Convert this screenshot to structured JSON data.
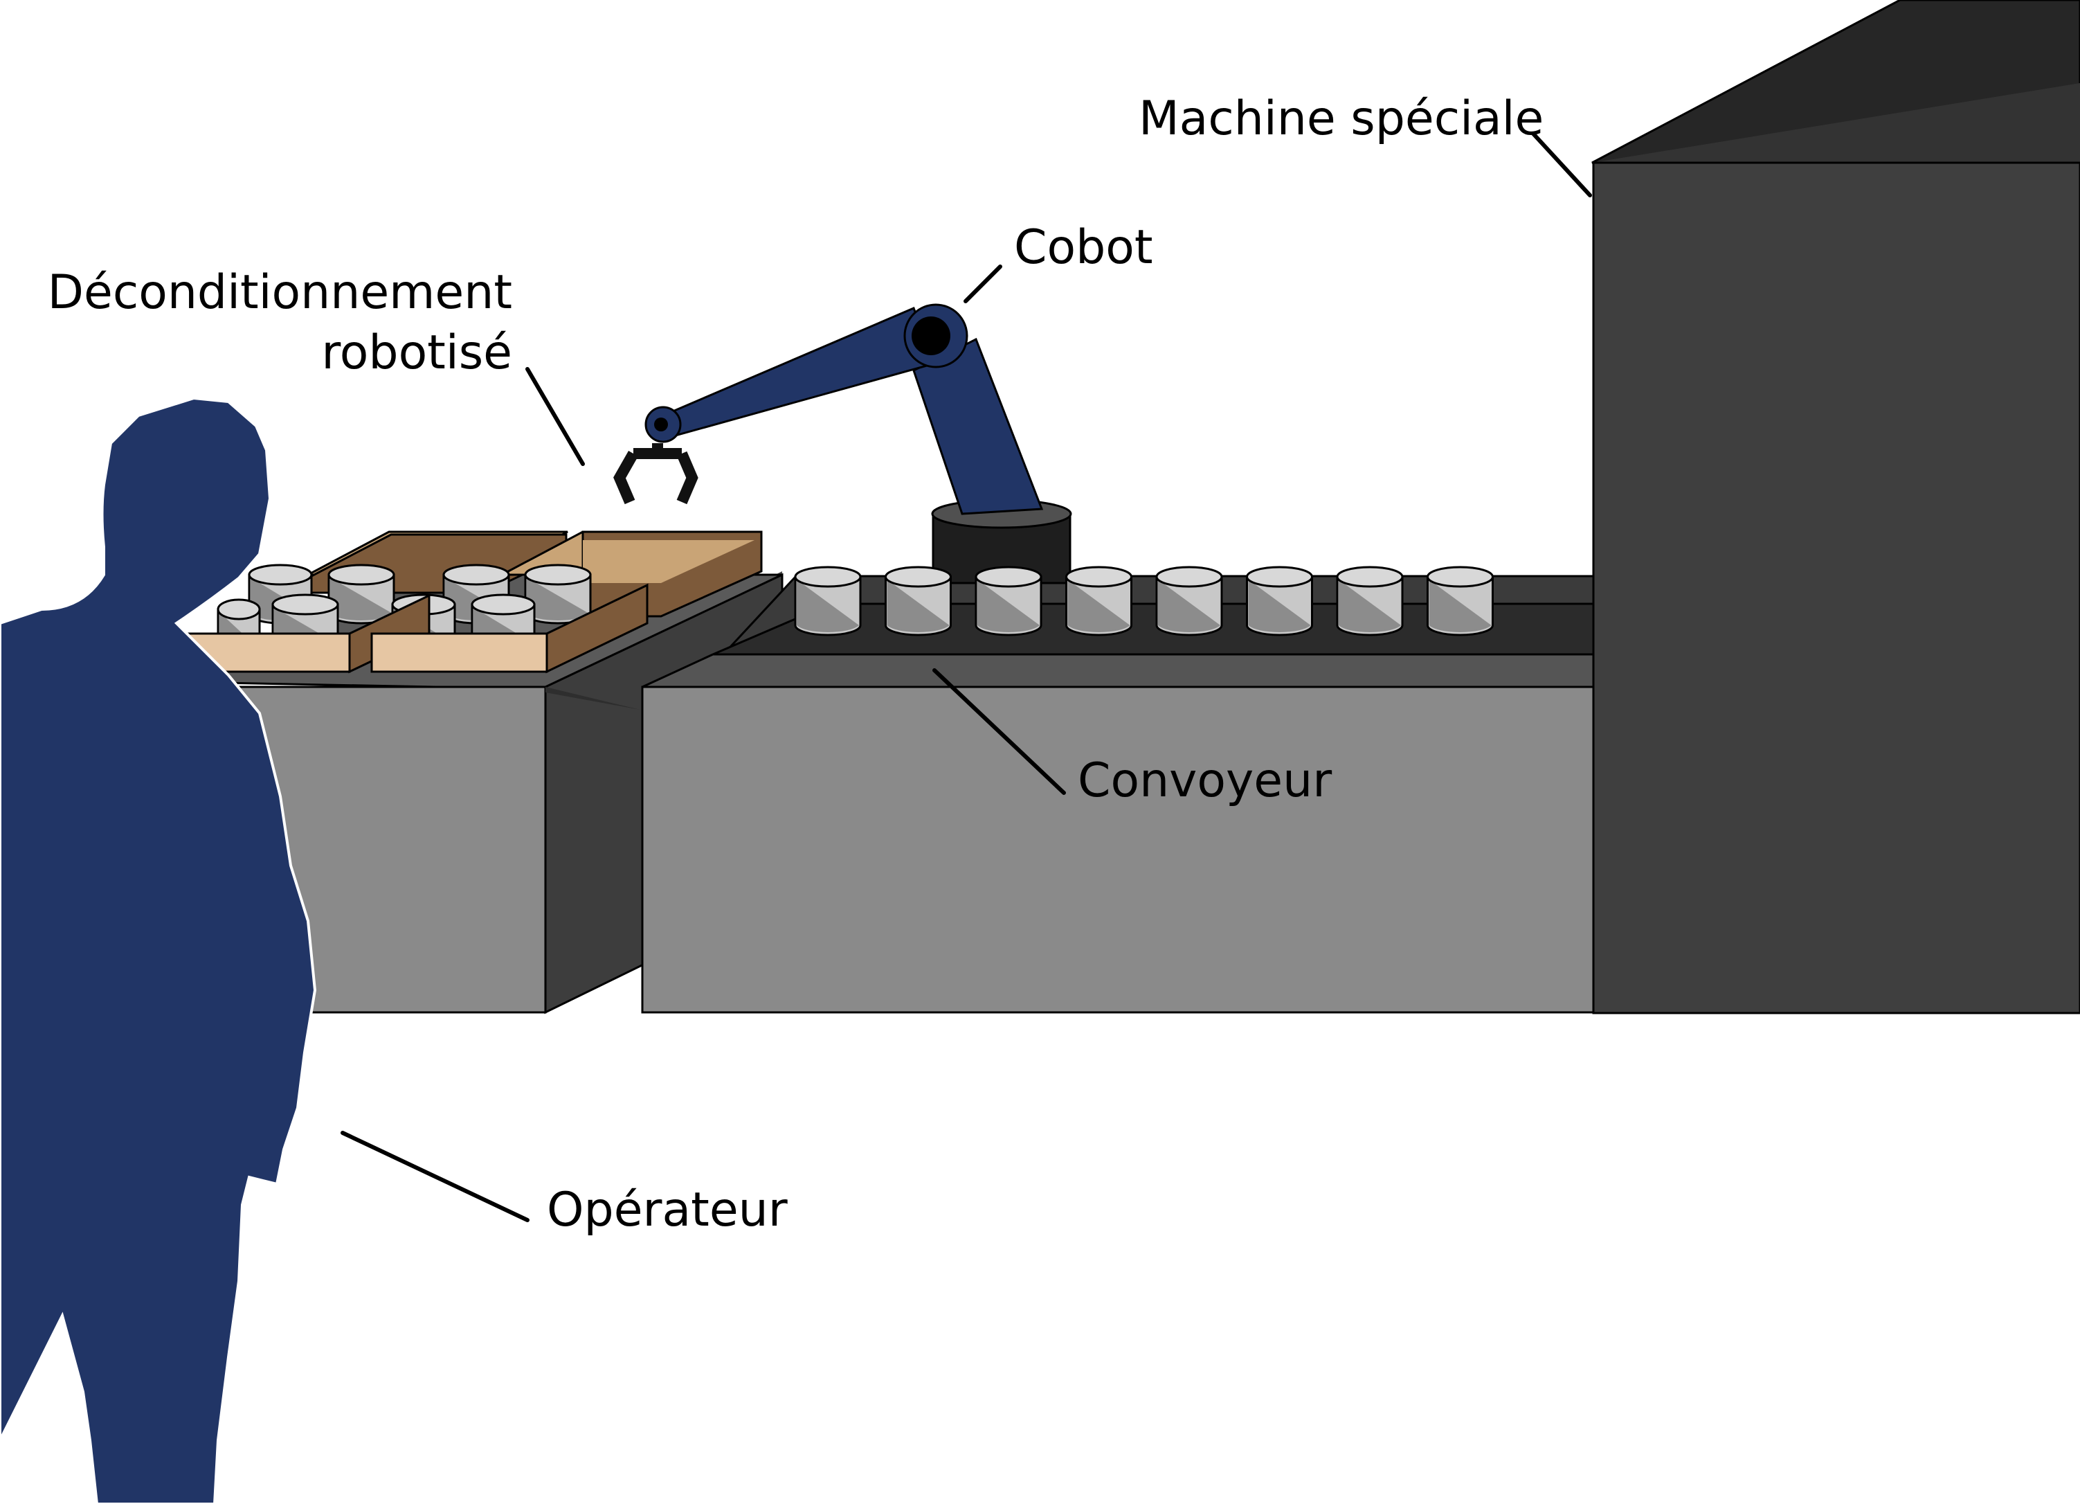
{
  "labels": {
    "special_machine": "Machine spéciale",
    "cobot": "Cobot",
    "depalletizing_line1": "Déconditionnement",
    "depalletizing_line2": "robotisé",
    "conveyor": "Convoyeur",
    "operator": "Opérateur"
  },
  "colors": {
    "robot_blue": "#213566",
    "operator_blue": "#213566",
    "machine_dark": "#3f3f3f",
    "machine_top": "#262626",
    "table_front": "#8a8a8a",
    "table_side": "#3d3d3d",
    "conveyor_belt": "#2b2b2b",
    "cardboard_dark": "#7d5a3a",
    "cardboard_mid": "#c9a476",
    "cardboard_light": "#e6c6a3",
    "can_light": "#c8c8c8",
    "can_shadow": "#8c8c8c"
  },
  "cans_on_conveyor": 8
}
